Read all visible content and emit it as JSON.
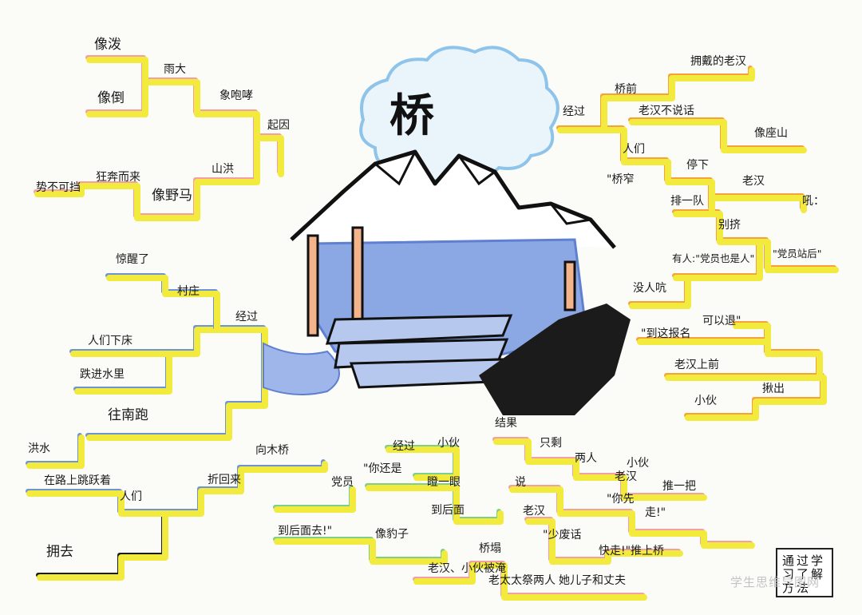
{
  "title": "桥",
  "colors": {
    "orange": "#f6a23c",
    "yellow": "#f2ea3c",
    "blue": "#6f94d6",
    "green": "#7ecf8c",
    "pink": "#f2a0a6",
    "black": "#1b1b1b",
    "cloud": "#8ec4ea",
    "water": "#7b9be0"
  },
  "branches": {
    "rain": [
      "像泼",
      "像倒",
      "雨大",
      "象咆哮",
      "起因",
      "山洪",
      "像野马",
      "狂奔而来",
      "势不可挡"
    ],
    "villagers": [
      "惊醒了",
      "村庄",
      "经过",
      "人们下床",
      "跌进水里",
      "往南跑",
      "洪水",
      "在路上跳跃着",
      "人们",
      "折回来",
      "向木桥",
      "拥去"
    ],
    "old_man": [
      "经过",
      "桥前",
      "拥戴的老汉",
      "老汉不说话",
      "像座山",
      "人们",
      "\"桥窄",
      "停下",
      "老汉",
      "排一队",
      "别挤",
      "吼：",
      "有人:\"党员也是人\"",
      "\"党员站后\"",
      "没人吭",
      "\"到这报名",
      "可以退\"",
      "老汉上前",
      "小伙",
      "揪出"
    ],
    "young_man": [
      "经过",
      "小伙",
      "\"你还是",
      "党员",
      "瞪一眼",
      "到后面去!\"",
      "到后面",
      "像豹子"
    ],
    "result": [
      "结果",
      "只剩",
      "两人",
      "小伙",
      "老汉",
      "推一把",
      "说",
      "老汉",
      "\"你先",
      "走!\"",
      "\"少废话",
      "快走!\"推上桥",
      "桥塌",
      "老汉、小伙被淹",
      "老太太祭两人",
      "她儿子和丈夫"
    ]
  },
  "corner_box": [
    "通",
    "过",
    "学",
    "习",
    "了",
    "解",
    "方",
    "法"
  ],
  "watermark": "学生思维导图网"
}
